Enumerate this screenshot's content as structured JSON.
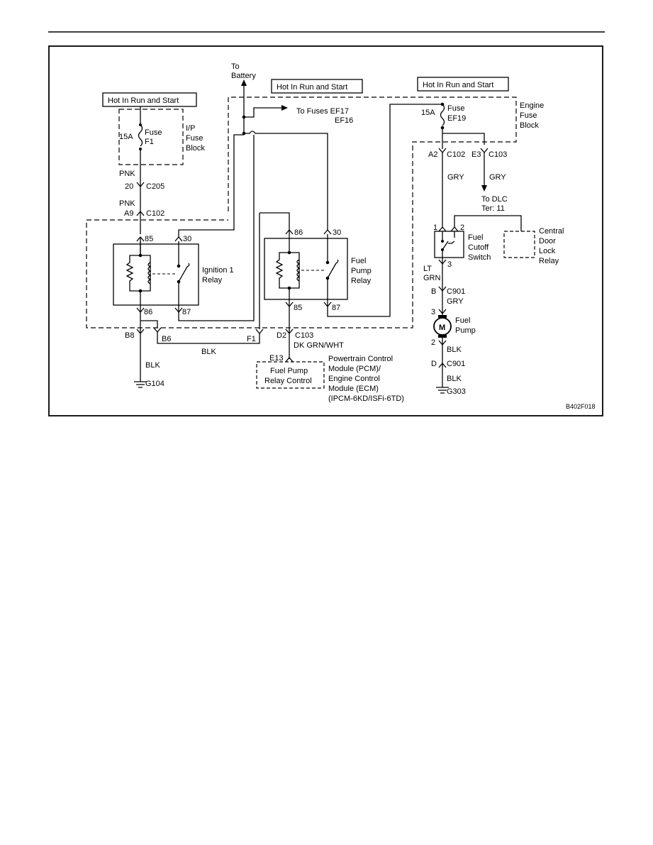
{
  "labels": {
    "to_battery_1": "To",
    "to_battery_2": "Battery",
    "hot_left": "Hot In Run and Start",
    "hot_mid": "Hot In Run and Start",
    "hot_right": "Hot In Run and Start",
    "to_fuses": "To Fuses EF17",
    "to_fuses_2": "EF16",
    "engine_fuse_block_1": "Engine",
    "engine_fuse_block_2": "Fuse",
    "engine_fuse_block_3": "Block",
    "ip_fuse_15a": "15A",
    "ip_fuse_name_1": "Fuse",
    "ip_fuse_name_2": "F1",
    "ip_fuse_block_1": "I/P",
    "ip_fuse_block_2": "Fuse",
    "ip_fuse_block_3": "Block",
    "pnk_1": "PNK",
    "c205_pin": "20",
    "c205": "C205",
    "pnk_2": "PNK",
    "a9": "A9",
    "c102_left": "C102",
    "ign_85": "85",
    "ign_30": "30",
    "ign_relay_1": "Ignition 1",
    "ign_relay_2": "Relay",
    "ign_86": "86",
    "ign_87": "87",
    "fp_86": "86",
    "fp_30": "30",
    "fp_relay_1": "Fuel",
    "fp_relay_2": "Pump",
    "fp_relay_3": "Relay",
    "fp_85": "85",
    "fp_87": "87",
    "b8": "B8",
    "b6": "B6",
    "f1": "F1",
    "blk_mid": "BLK",
    "d2": "D2",
    "c103_mid": "C103",
    "dk_grn_wht": "DK GRN/WHT",
    "e13": "E13",
    "pcm_box_1": "Fuel Pump",
    "pcm_box_2": "Relay Control",
    "pcm_1": "Powertrain Control",
    "pcm_2": "Module (PCM)/",
    "pcm_3": "Engine Control",
    "pcm_4": "Module (ECM)",
    "pcm_5": "(IPCM-6KD/ISFi-6TD)",
    "blk_left": "BLK",
    "g104": "G104",
    "ef19_15a": "15A",
    "ef19_1": "Fuse",
    "ef19_2": "EF19",
    "a2": "A2",
    "c102_right": "C102",
    "e3": "E3",
    "c103_right": "C103",
    "gry_1": "GRY",
    "gry_2": "GRY",
    "to_dlc_1": "To DLC",
    "to_dlc_2": "Ter: 11",
    "sw_pin1": "1",
    "sw_pin2": "2",
    "sw_pin3": "3",
    "cutoff_1": "Fuel",
    "cutoff_2": "Cutoff",
    "cutoff_3": "Switch",
    "cdl_1": "Central",
    "cdl_2": "Door",
    "cdl_3": "Lock",
    "cdl_4": "Relay",
    "lt_grn_1": "LT",
    "lt_grn_2": "GRN",
    "c901_b_pin": "B",
    "c901_b": "C901",
    "gry_3": "GRY",
    "pump_pin3": "3",
    "motor_m": "M",
    "pump_1": "Fuel",
    "pump_2": "Pump",
    "pump_pin2": "2",
    "blk_r1": "BLK",
    "c901_d_pin": "D",
    "c901_d": "C901",
    "blk_r2": "BLK",
    "g303": "G303",
    "fig_id": "B402F018"
  }
}
